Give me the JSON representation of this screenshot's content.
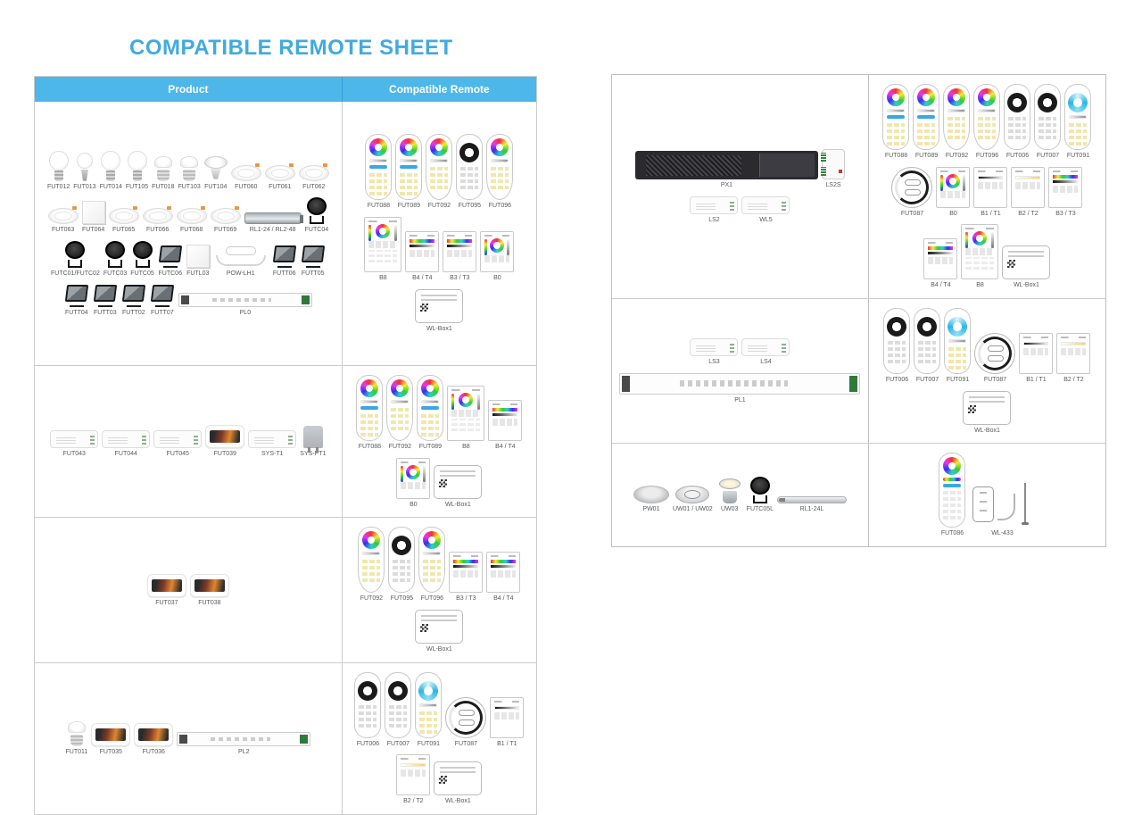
{
  "title": "COMPATIBLE REMOTE SHEET",
  "colors": {
    "accent": "#41aadf",
    "header_bg": "#4db7ea",
    "header_text": "#ffffff",
    "border": "#cccccc"
  },
  "left_table": {
    "headers": [
      "Product",
      "Compatible Remote"
    ],
    "rows": [
      {
        "products": [
          {
            "label": "FUT012",
            "type": "bulb"
          },
          {
            "label": "FUT013",
            "type": "bulb-candle"
          },
          {
            "label": "FUT014",
            "type": "bulb"
          },
          {
            "label": "FUT105",
            "type": "bulb"
          },
          {
            "label": "FUT018",
            "type": "bulb-gu10"
          },
          {
            "label": "FUT103",
            "type": "bulb-gu10"
          },
          {
            "label": "FUT104",
            "type": "bulb-mr16"
          },
          {
            "label": "FUT060",
            "type": "downlight"
          },
          {
            "label": "FUT061",
            "type": "downlight"
          },
          {
            "label": "FUT062",
            "type": "downlight"
          },
          {
            "label": "FUT063",
            "type": "downlight"
          },
          {
            "label": "FUT064",
            "type": "panel-light"
          },
          {
            "label": "FUT065",
            "type": "downlight"
          },
          {
            "label": "FUT066",
            "type": "downlight"
          },
          {
            "label": "FUT068",
            "type": "downlight"
          },
          {
            "label": "FUT069",
            "type": "downlight"
          },
          {
            "label": "RL1-24 / RL2-48",
            "type": "wallwasher"
          },
          {
            "label": "FUTC04",
            "type": "gardenlight"
          },
          {
            "label": "FUTC01/FUTC02",
            "type": "gardenlight"
          },
          {
            "label": "FUTC03",
            "type": "gardenlight"
          },
          {
            "label": "FUTC05",
            "type": "gardenlight"
          },
          {
            "label": "FUTC06",
            "type": "floodlight"
          },
          {
            "label": "FUTL03",
            "type": "panel-light"
          },
          {
            "label": "POW-LH1",
            "type": "controller-cable"
          },
          {
            "label": "FUTT06",
            "type": "floodlight"
          },
          {
            "label": "FUTT05",
            "type": "floodlight"
          },
          {
            "label": "FUTT04",
            "type": "floodlight"
          },
          {
            "label": "FUTT03",
            "type": "floodlight"
          },
          {
            "label": "FUTT02",
            "type": "floodlight"
          },
          {
            "label": "FUTT07",
            "type": "floodlight"
          },
          {
            "label": "PL0",
            "type": "driver-strip"
          }
        ],
        "remotes": [
          {
            "label": "FUT088",
            "type": "remote-color"
          },
          {
            "label": "FUT089",
            "type": "remote-color"
          },
          {
            "label": "FUT092",
            "type": "remote-color-round"
          },
          {
            "label": "FUT095",
            "type": "remote-black"
          },
          {
            "label": "FUT096",
            "type": "remote-color-round"
          },
          {
            "label": "B8",
            "type": "panel-wheel-tall"
          },
          {
            "label": "B4 / T4",
            "type": "panel-strip"
          },
          {
            "label": "B3 / T3",
            "type": "panel-strip"
          },
          {
            "label": "B0",
            "type": "panel-wheel"
          },
          {
            "label": "WL-Box1",
            "type": "wl-box"
          }
        ]
      },
      {
        "products": [
          {
            "label": "FUT043",
            "type": "controller"
          },
          {
            "label": "FUT044",
            "type": "controller"
          },
          {
            "label": "FUT045",
            "type": "controller"
          },
          {
            "label": "FUT039",
            "type": "gateway"
          },
          {
            "label": "SYS-T1",
            "type": "controller"
          },
          {
            "label": "SYS-PT1",
            "type": "plug"
          }
        ],
        "remotes": [
          {
            "label": "FUT088",
            "type": "remote-color"
          },
          {
            "label": "FUT092",
            "type": "remote-color-round"
          },
          {
            "label": "FUT089",
            "type": "remote-color"
          },
          {
            "label": "B8",
            "type": "panel-wheel-tall"
          },
          {
            "label": "B4 / T4",
            "type": "panel-strip"
          },
          {
            "label": "B0",
            "type": "panel-wheel"
          },
          {
            "label": "WL-Box1",
            "type": "wl-box"
          }
        ]
      },
      {
        "products": [
          {
            "label": "FUT037",
            "type": "gateway"
          },
          {
            "label": "FUT038",
            "type": "gateway"
          }
        ],
        "remotes": [
          {
            "label": "FUT092",
            "type": "remote-color-round"
          },
          {
            "label": "FUT095",
            "type": "remote-black"
          },
          {
            "label": "FUT096",
            "type": "remote-color-round"
          },
          {
            "label": "B3 / T3",
            "type": "panel-strip"
          },
          {
            "label": "B4 / T4",
            "type": "panel-strip"
          },
          {
            "label": "WL-Box1",
            "type": "wl-box"
          }
        ]
      },
      {
        "products": [
          {
            "label": "FUT011",
            "type": "bulb-gu10"
          },
          {
            "label": "FUT035",
            "type": "gateway"
          },
          {
            "label": "FUT036",
            "type": "gateway"
          },
          {
            "label": "PL2",
            "type": "driver-strip"
          }
        ],
        "remotes": [
          {
            "label": "FUT006",
            "type": "remote-black"
          },
          {
            "label": "FUT007",
            "type": "remote-black"
          },
          {
            "label": "FUT091",
            "type": "remote-cct"
          },
          {
            "label": "FUT087",
            "type": "remote-round"
          },
          {
            "label": "B1 / T1",
            "type": "panel-dim"
          },
          {
            "label": "B2 / T2",
            "type": "panel-cct"
          },
          {
            "label": "WL-Box1",
            "type": "wl-box"
          }
        ]
      }
    ]
  },
  "right_table": {
    "rows": [
      {
        "products": [
          {
            "label": "PX1",
            "type": "driver-black"
          },
          {
            "label": "LS2S",
            "type": "din-module"
          },
          {
            "label": "LS2",
            "type": "controller"
          },
          {
            "label": "WL5",
            "type": "controller"
          }
        ],
        "remotes": [
          {
            "label": "FUT088",
            "type": "remote-color"
          },
          {
            "label": "FUT089",
            "type": "remote-color"
          },
          {
            "label": "FUT092",
            "type": "remote-color-round"
          },
          {
            "label": "FUT096",
            "type": "remote-color-round"
          },
          {
            "label": "FUT006",
            "type": "remote-black"
          },
          {
            "label": "FUT007",
            "type": "remote-black"
          },
          {
            "label": "FUT091",
            "type": "remote-cct"
          },
          {
            "label": "FUT087",
            "type": "remote-round"
          },
          {
            "label": "B0",
            "type": "panel-wheel"
          },
          {
            "label": "B1 / T1",
            "type": "panel-dim"
          },
          {
            "label": "B2 / T2",
            "type": "panel-cct"
          },
          {
            "label": "B3 / T3",
            "type": "panel-strip"
          },
          {
            "label": "B4 / T4",
            "type": "panel-strip"
          },
          {
            "label": "B8",
            "type": "panel-wheel-tall"
          },
          {
            "label": "WL-Box1",
            "type": "wl-box"
          }
        ]
      },
      {
        "products": [
          {
            "label": "LS3",
            "type": "controller"
          },
          {
            "label": "LS4",
            "type": "controller"
          },
          {
            "label": "PL1",
            "type": "driver-strip-wide"
          }
        ],
        "remotes": [
          {
            "label": "FUT006",
            "type": "remote-black"
          },
          {
            "label": "FUT007",
            "type": "remote-black"
          },
          {
            "label": "FUT091",
            "type": "remote-cct"
          },
          {
            "label": "FUT087",
            "type": "remote-round"
          },
          {
            "label": "B1 / T1",
            "type": "panel-dim"
          },
          {
            "label": "B2 / T2",
            "type": "panel-cct"
          },
          {
            "label": "WL-Box1",
            "type": "wl-box"
          }
        ]
      },
      {
        "products": [
          {
            "label": "PW01",
            "type": "pool"
          },
          {
            "label": "UW01 / UW02",
            "type": "uw-round"
          },
          {
            "label": "UW03",
            "type": "uw-cup"
          },
          {
            "label": "FUTC05L",
            "type": "gardenlight"
          },
          {
            "label": "RL1-24L",
            "type": "tube"
          }
        ],
        "remotes": [
          {
            "label": "FUT086",
            "type": "remote-color-tall"
          },
          {
            "label": "WL-433",
            "type": "wl433"
          }
        ]
      }
    ]
  }
}
